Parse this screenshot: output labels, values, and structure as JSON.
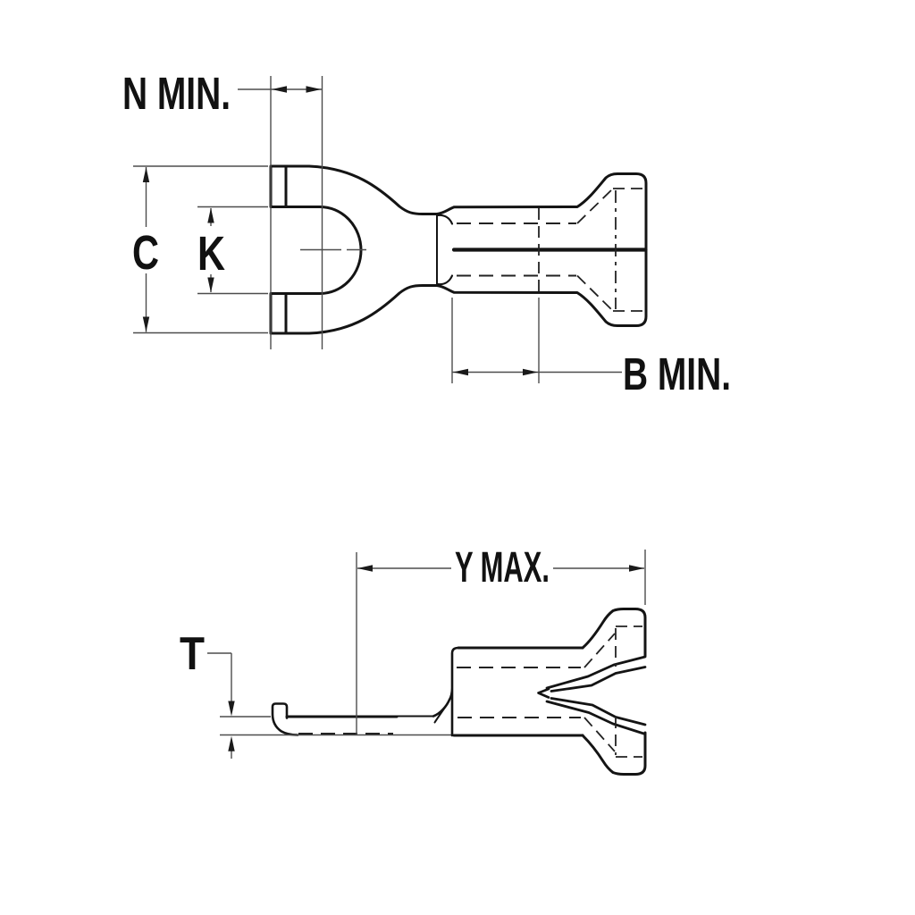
{
  "drawing": {
    "background_color": "#ffffff",
    "line_color": "#141414",
    "hidden_line_color": "#222222",
    "dimension_line_color": "#4d4d4d",
    "text_color": "#111111",
    "labels": {
      "n_min": "N MIN.",
      "c": "C",
      "k": "K",
      "b_min": "B MIN.",
      "y_max": "Y MAX.",
      "t": "T"
    }
  }
}
